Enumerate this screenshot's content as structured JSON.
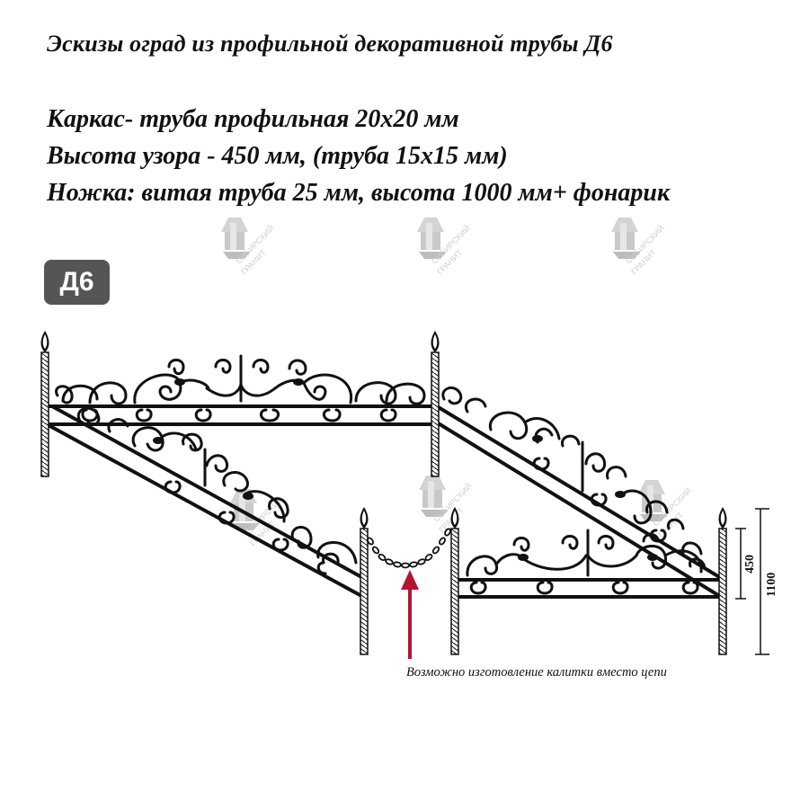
{
  "title": "Эскизы оград из профильной декоративной трубы Д6",
  "specs": [
    "Каркас- труба профильная 20х20 мм",
    "Высота узора - 450 мм, (труба 15х15 мм)",
    "Ножка: витая труба 25 мм, высота 1000 мм+ фонарик"
  ],
  "badge": "Д6",
  "dimensions": {
    "pattern_height": "450",
    "total_height": "1100"
  },
  "caption": "Возможно изготовление калитки вместо цепи",
  "watermark": {
    "line1": "СИБИРСКИЙ",
    "line2": "ГРАНИТ"
  },
  "colors": {
    "ink": "#111111",
    "arrow": "#b3152d",
    "badge": "#555555",
    "watermark": "#cfcfcf"
  }
}
